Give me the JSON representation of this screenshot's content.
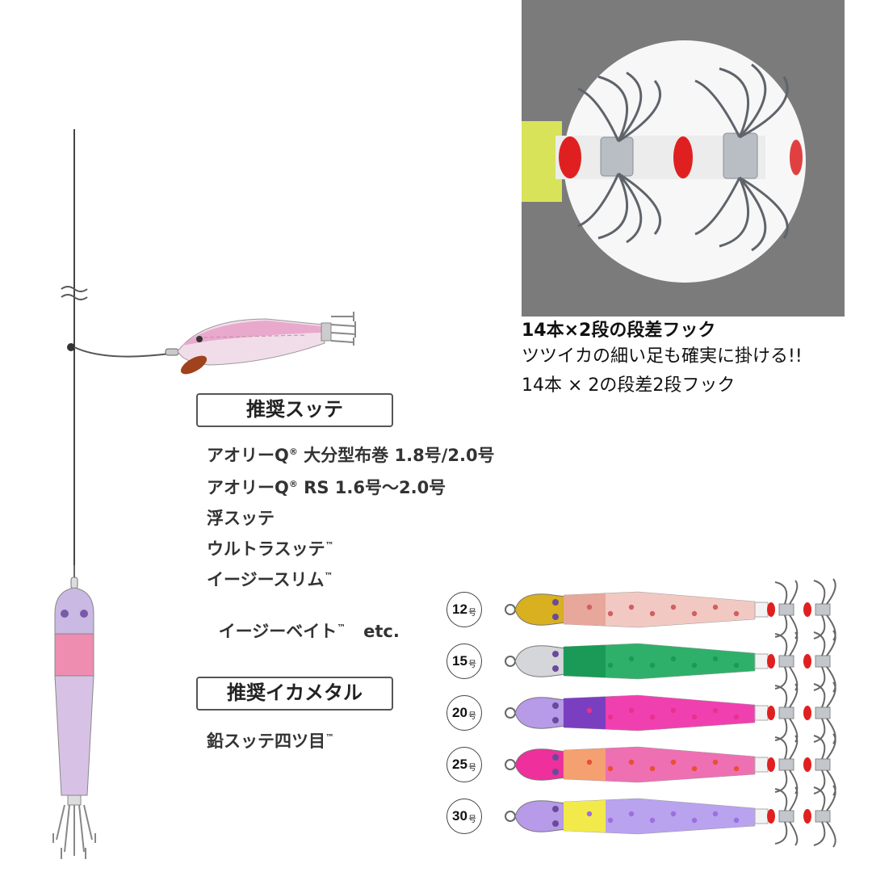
{
  "caption": {
    "title": "14本×2段の段差フック",
    "line1": "ツツイカの細い足も確実に掛ける!!",
    "line2": "14本 × 2の段差2段フック"
  },
  "sutte": {
    "heading": "推奨スッテ",
    "items": [
      {
        "name": "アオリーQ",
        "mark": "®",
        "rest": " 大分型布巻 1.8号/2.0号"
      },
      {
        "name": "アオリーQ",
        "mark": "®",
        "rest": " RS 1.6号〜2.0号"
      },
      {
        "name": "浮スッテ",
        "mark": "",
        "rest": ""
      },
      {
        "name": "ウルトラスッテ",
        "mark": "™",
        "rest": ""
      },
      {
        "name": "イージースリム",
        "mark": "™",
        "rest": ""
      },
      {
        "name": "イージーベイト",
        "mark": "™",
        "rest": "   etc."
      }
    ]
  },
  "metal": {
    "heading": "推奨イカメタル",
    "items": [
      {
        "name": "鉛スッテ四ツ目",
        "mark": "™",
        "rest": ""
      }
    ]
  },
  "sizes": [
    {
      "num": "12",
      "unit": "号",
      "head": "#d8b020",
      "body": "#e7a79a",
      "body2": "#f2c9c2",
      "dots": "#d06060"
    },
    {
      "num": "15",
      "unit": "号",
      "head": "#d4d6da",
      "body": "#1a9a56",
      "body2": "#2fb06a",
      "dots": "#1a9a56"
    },
    {
      "num": "20",
      "unit": "号",
      "head": "#b79ae8",
      "body": "#7a3fc0",
      "body2": "#f040b0",
      "dots": "#e83090"
    },
    {
      "num": "25",
      "unit": "号",
      "head": "#ee2f9c",
      "body": "#f5a070",
      "body2": "#ef6fb3",
      "dots": "#e85030"
    },
    {
      "num": "30",
      "unit": "号",
      "head": "#b79ae8",
      "body": "#f1ea4a",
      "body2": "#b9a2ee",
      "dots": "#9a70e0"
    }
  ]
}
